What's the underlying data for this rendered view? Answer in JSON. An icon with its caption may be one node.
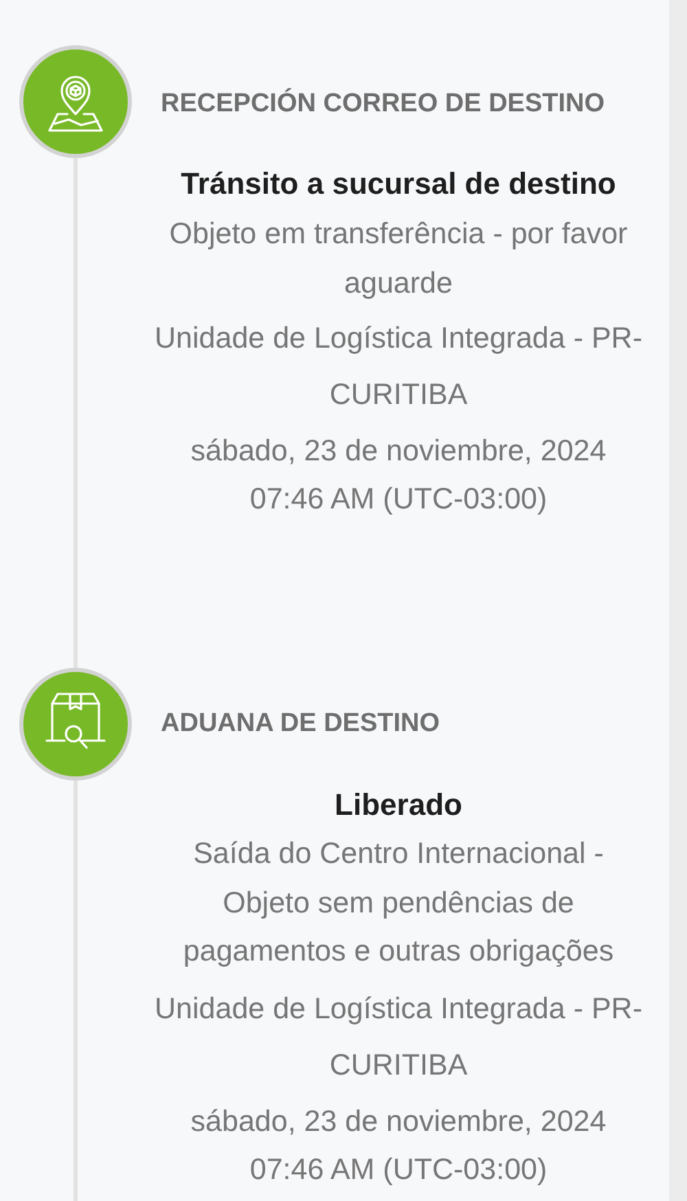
{
  "diagram": {
    "nodes": [
      {
        "text": [],
        "shape": "circle",
        "beside": [
          "RECEPCIÓN CORREO DE DESTINO"
        ]
      },
      {
        "text": [],
        "shape": "circle",
        "beside": [
          "ADUANA DE DESTINO"
        ]
      }
    ],
    "edges": [
      {
        "from": 0,
        "to": 1,
        "arrow": "none"
      },
      {
        "from": 1,
        "to": null,
        "arrow": "none"
      }
    ],
    "labels": [
      "Tránsito a sucursal de destino",
      "Objeto em transferência - por favor aguarde",
      "Unidade de Logística Integrada - PR-CURITIBA",
      "sábado, 23 de noviembre, 2024 07:46 AM (UTC-03:00)",
      "Liberado",
      "Saída do Centro Internacional - Objeto sem pendências de pagamentos e outras obrigações",
      "Unidade de Logística Integrada - PR-CURITIBA",
      "sábado, 23 de noviembre, 2024 07:46 AM (UTC-03:00)"
    ]
  }
}
